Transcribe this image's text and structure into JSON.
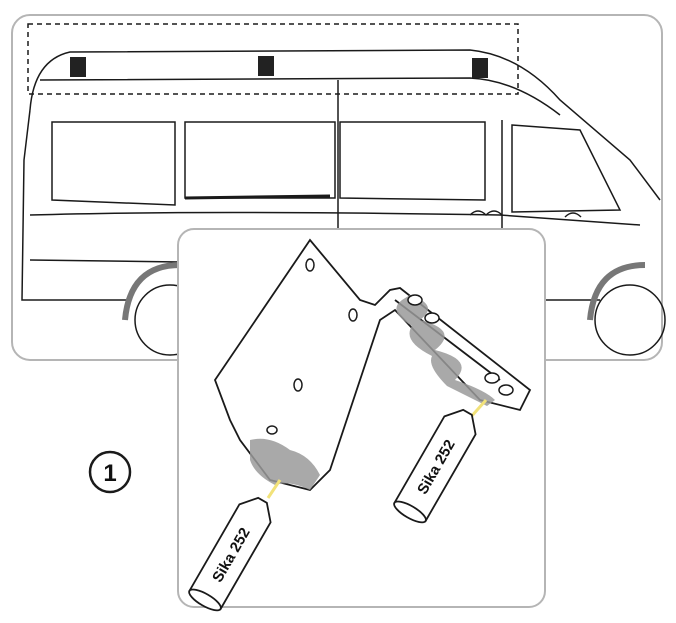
{
  "step": {
    "number": "1"
  },
  "detail": {
    "tubes": [
      {
        "label": "Sika 252"
      },
      {
        "label": "Sika 252"
      }
    ]
  },
  "colors": {
    "frame": "#b5b5b5",
    "outline": "#1a1a1a",
    "adhesive": "#9a9a9a",
    "highlight": "#f2e27a"
  }
}
